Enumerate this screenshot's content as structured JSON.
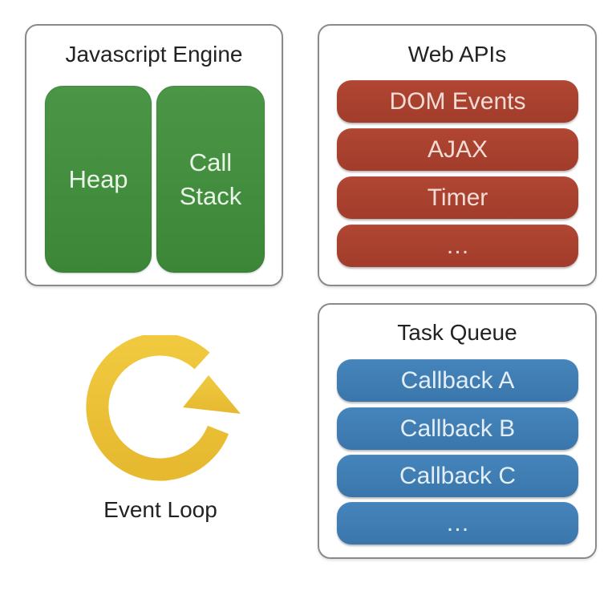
{
  "engine": {
    "title": "Javascript Engine",
    "heap_label": "Heap",
    "callstack_label": "Call\nStack"
  },
  "web_apis": {
    "title": "Web APIs",
    "items": [
      "DOM Events",
      "AJAX",
      "Timer",
      "…"
    ],
    "color": "#a9402f"
  },
  "task_queue": {
    "title": "Task Queue",
    "items": [
      "Callback A",
      "Callback B",
      "Callback C",
      "…"
    ],
    "color": "#3f7db3"
  },
  "event_loop": {
    "label": "Event Loop",
    "icon": "circular-arrow-icon",
    "color": "#ecc23c"
  },
  "engine_color": "#3f8a3c"
}
